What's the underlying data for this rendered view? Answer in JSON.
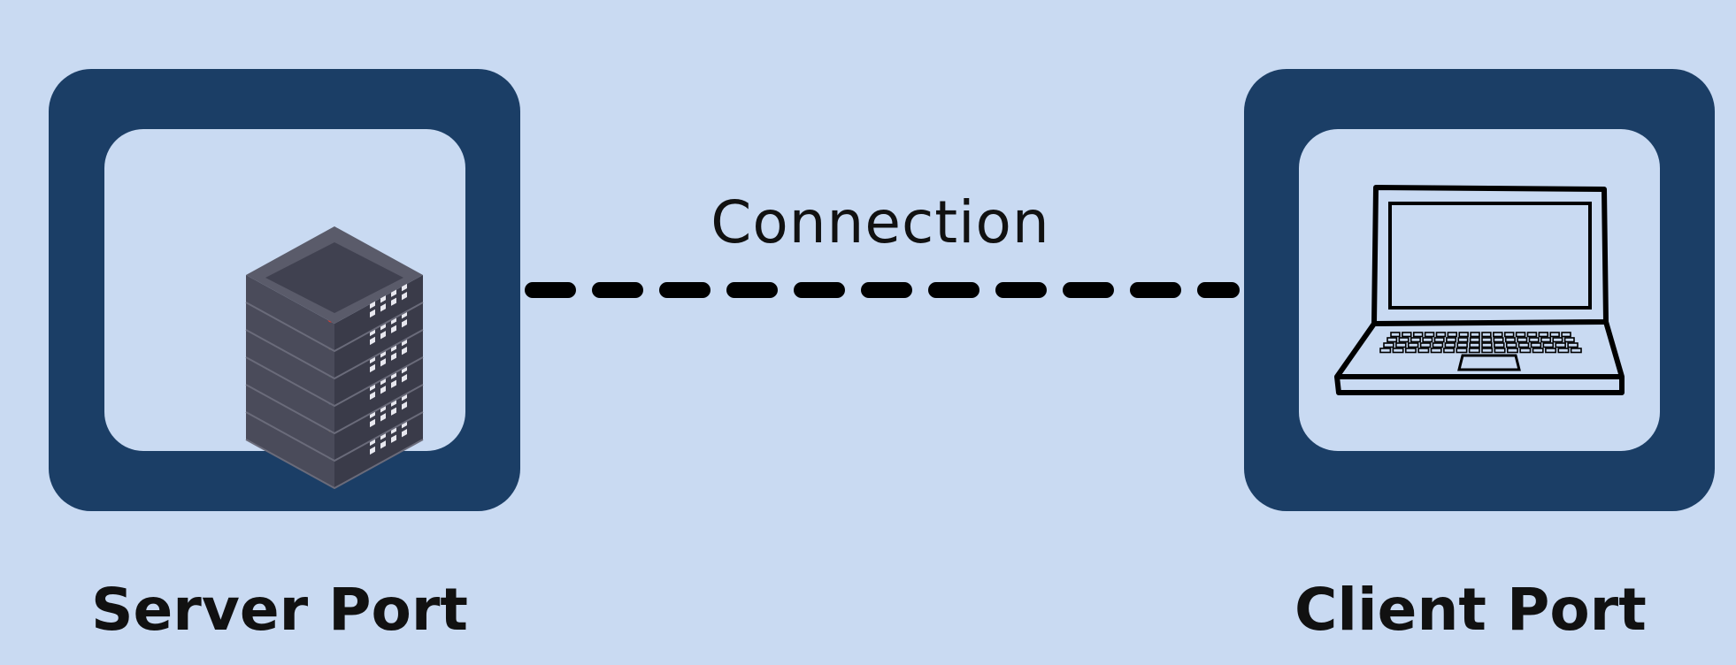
{
  "diagram": {
    "connection_label": "Connection",
    "server": {
      "label": "Server Port",
      "icon": "server-rack-icon"
    },
    "client": {
      "label": "Client Port",
      "icon": "laptop-icon"
    },
    "colors": {
      "background": "#c9daf2",
      "tile": "#1b3e66",
      "line": "#000000",
      "led_red": "#e03b2f",
      "led_yellow": "#f2c230",
      "led_green": "#3fbf4f",
      "led_blue": "#6ec6ef"
    }
  }
}
